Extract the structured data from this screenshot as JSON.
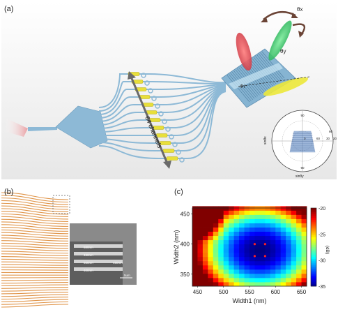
{
  "panels": {
    "a": {
      "label": "(a)",
      "channel_label": "64 channels",
      "theta_x": "θx",
      "theta_y": "θy",
      "phi_label": "Φi",
      "polar_radial_ticks": [
        "90",
        "60",
        "30",
        "0",
        "30",
        "60",
        "90"
      ],
      "polar_axis_x": "sinθx",
      "polar_axis_y": "sinθy"
    },
    "b": {
      "label": "(b)",
      "sem_labels": [
        "580nm",
        "480nm",
        "560nm",
        "400nm"
      ],
      "gap_label": "450nm",
      "scale_bar_label": "5um"
    },
    "c": {
      "label": "(c)",
      "xlabel": "Width1 (nm)",
      "ylabel": "Width2 (nm)",
      "xticks": [
        "450",
        "500",
        "550",
        "600",
        "650"
      ],
      "yticks": [
        "450",
        "400",
        "350"
      ],
      "colorbar_ticks": [
        "-20",
        "-25",
        "-30",
        "-35"
      ],
      "colorbar_unit": "(dB)"
    }
  },
  "chart_data": {
    "type": "heatmap",
    "title": "",
    "xlabel": "Width1 (nm)",
    "ylabel": "Width2 (nm)",
    "xlim": [
      440,
      660
    ],
    "ylim": [
      330,
      460
    ],
    "color_range_db": [
      -35,
      -20
    ],
    "colorbar_ticks": [
      -20,
      -25,
      -30,
      -35
    ],
    "colormap": "jet",
    "minimum_region_center": {
      "x": 570,
      "y": 390
    },
    "marked_points": [
      {
        "x": 560,
        "y": 400
      },
      {
        "x": 580,
        "y": 400
      },
      {
        "x": 560,
        "y": 380
      },
      {
        "x": 580,
        "y": 380
      }
    ],
    "marker_color": "#ff2020"
  },
  "colors": {
    "waveguide": "#8db9d6",
    "heater": "#e8df3a",
    "beam_red": "#e85a60",
    "beam_green": "#3fcf6f",
    "beam_yellow": "#ece83a",
    "fiber_pink": "#f2b6b8",
    "sem_orange": "#e0954a",
    "marker": "#ff2020"
  }
}
